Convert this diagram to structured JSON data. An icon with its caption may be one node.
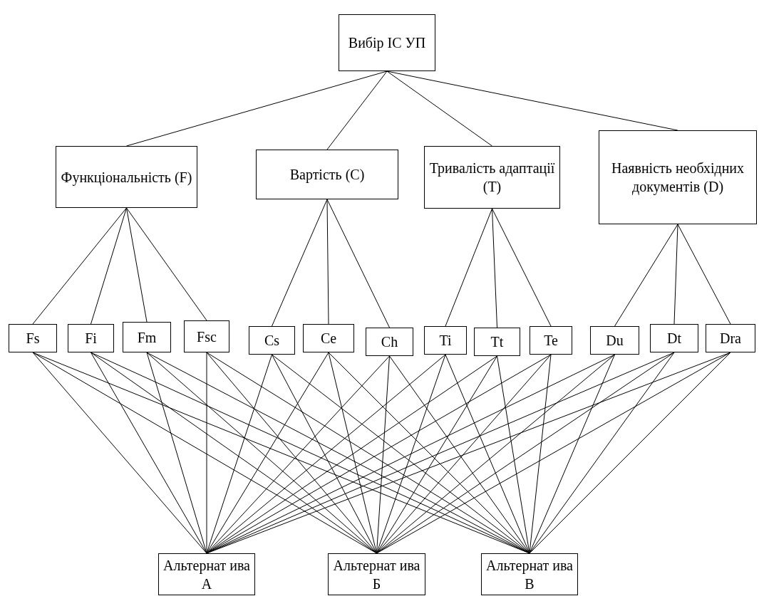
{
  "diagram": {
    "nodes": [
      {
        "text": [
          "Вибір ІС УП"
        ]
      },
      {
        "text": [
          "Функціональність (F)"
        ]
      },
      {
        "text": [
          "Вартість (C)"
        ]
      },
      {
        "text": [
          "Тривалість адаптації (T)"
        ]
      },
      {
        "text": [
          "Наявність необхідних документів (D)"
        ]
      },
      {
        "text": [
          "Fs"
        ]
      },
      {
        "text": [
          "Fi"
        ]
      },
      {
        "text": [
          "Fm"
        ]
      },
      {
        "text": [
          "Fsc"
        ]
      },
      {
        "text": [
          "Cs"
        ]
      },
      {
        "text": [
          "Ce"
        ]
      },
      {
        "text": [
          "Ch"
        ]
      },
      {
        "text": [
          "Ti"
        ]
      },
      {
        "text": [
          "Tt"
        ]
      },
      {
        "text": [
          "Te"
        ]
      },
      {
        "text": [
          "Du"
        ]
      },
      {
        "text": [
          "Dt"
        ]
      },
      {
        "text": [
          "Dra"
        ]
      },
      {
        "text": [
          "Альтернат ива А"
        ]
      },
      {
        "text": [
          "Альтернат ива Б"
        ]
      },
      {
        "text": [
          "Альтернат ива В"
        ]
      }
    ],
    "edges": [
      {
        "from": 0,
        "to": 1,
        "arrow": "none"
      },
      {
        "from": 0,
        "to": 2,
        "arrow": "none"
      },
      {
        "from": 0,
        "to": 3,
        "arrow": "none"
      },
      {
        "from": 0,
        "to": 4,
        "arrow": "none"
      },
      {
        "from": 1,
        "to": 5,
        "arrow": "none"
      },
      {
        "from": 1,
        "to": 6,
        "arrow": "none"
      },
      {
        "from": 1,
        "to": 7,
        "arrow": "none"
      },
      {
        "from": 1,
        "to": 8,
        "arrow": "none"
      },
      {
        "from": 2,
        "to": 9,
        "arrow": "none"
      },
      {
        "from": 2,
        "to": 10,
        "arrow": "none"
      },
      {
        "from": 2,
        "to": 11,
        "arrow": "none"
      },
      {
        "from": 3,
        "to": 12,
        "arrow": "none"
      },
      {
        "from": 3,
        "to": 13,
        "arrow": "none"
      },
      {
        "from": 3,
        "to": 14,
        "arrow": "none"
      },
      {
        "from": 4,
        "to": 15,
        "arrow": "none"
      },
      {
        "from": 4,
        "to": 16,
        "arrow": "none"
      },
      {
        "from": 4,
        "to": 17,
        "arrow": "none"
      },
      {
        "from": 5,
        "to": 18,
        "arrow": "none"
      },
      {
        "from": 5,
        "to": 19,
        "arrow": "none"
      },
      {
        "from": 5,
        "to": 20,
        "arrow": "none"
      },
      {
        "from": 6,
        "to": 18,
        "arrow": "none"
      },
      {
        "from": 6,
        "to": 19,
        "arrow": "none"
      },
      {
        "from": 6,
        "to": 20,
        "arrow": "none"
      },
      {
        "from": 7,
        "to": 18,
        "arrow": "none"
      },
      {
        "from": 7,
        "to": 19,
        "arrow": "none"
      },
      {
        "from": 7,
        "to": 20,
        "arrow": "none"
      },
      {
        "from": 8,
        "to": 18,
        "arrow": "none"
      },
      {
        "from": 8,
        "to": 19,
        "arrow": "none"
      },
      {
        "from": 8,
        "to": 20,
        "arrow": "none"
      },
      {
        "from": 9,
        "to": 18,
        "arrow": "none"
      },
      {
        "from": 9,
        "to": 19,
        "arrow": "none"
      },
      {
        "from": 9,
        "to": 20,
        "arrow": "none"
      },
      {
        "from": 10,
        "to": 18,
        "arrow": "none"
      },
      {
        "from": 10,
        "to": 19,
        "arrow": "none"
      },
      {
        "from": 10,
        "to": 20,
        "arrow": "none"
      },
      {
        "from": 11,
        "to": 18,
        "arrow": "none"
      },
      {
        "from": 11,
        "to": 19,
        "arrow": "none"
      },
      {
        "from": 11,
        "to": 20,
        "arrow": "none"
      },
      {
        "from": 12,
        "to": 18,
        "arrow": "none"
      },
      {
        "from": 12,
        "to": 19,
        "arrow": "none"
      },
      {
        "from": 12,
        "to": 20,
        "arrow": "none"
      },
      {
        "from": 13,
        "to": 18,
        "arrow": "none"
      },
      {
        "from": 13,
        "to": 19,
        "arrow": "none"
      },
      {
        "from": 13,
        "to": 20,
        "arrow": "none"
      },
      {
        "from": 14,
        "to": 18,
        "arrow": "none"
      },
      {
        "from": 14,
        "to": 19,
        "arrow": "none"
      },
      {
        "from": 14,
        "to": 20,
        "arrow": "none"
      },
      {
        "from": 15,
        "to": 18,
        "arrow": "none"
      },
      {
        "from": 15,
        "to": 19,
        "arrow": "none"
      },
      {
        "from": 15,
        "to": 20,
        "arrow": "none"
      },
      {
        "from": 16,
        "to": 18,
        "arrow": "none"
      },
      {
        "from": 16,
        "to": 19,
        "arrow": "none"
      },
      {
        "from": 16,
        "to": 20,
        "arrow": "none"
      },
      {
        "from": 17,
        "to": 18,
        "arrow": "none"
      },
      {
        "from": 17,
        "to": 19,
        "arrow": "none"
      },
      {
        "from": 17,
        "to": 20,
        "arrow": "none"
      }
    ]
  }
}
